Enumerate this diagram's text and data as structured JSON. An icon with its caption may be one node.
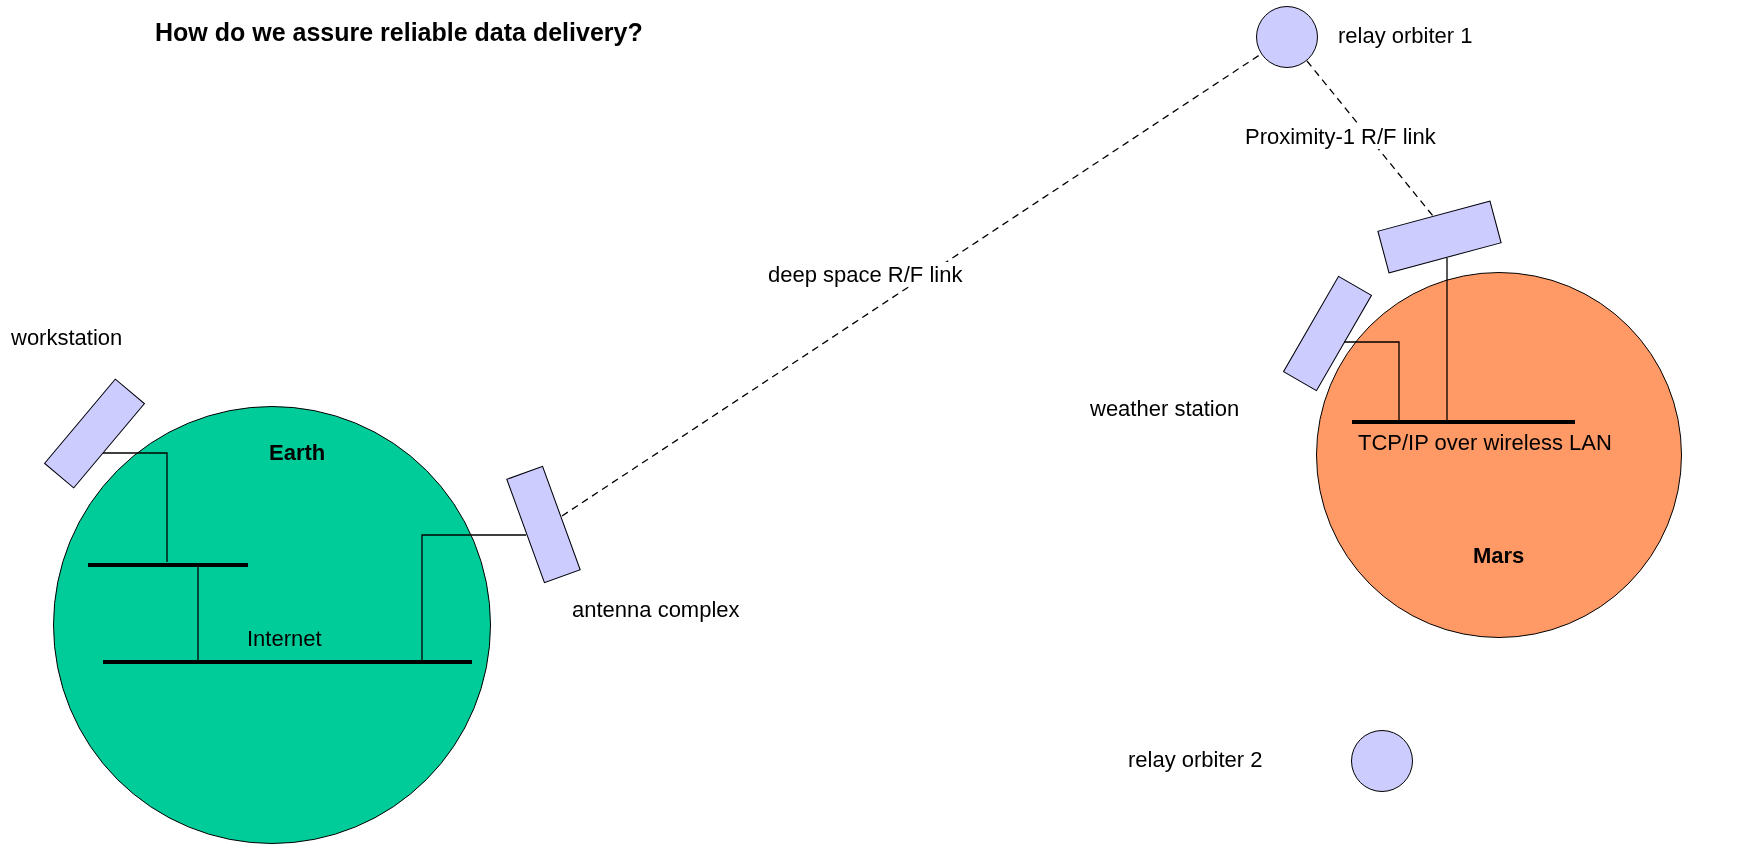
{
  "diagram": {
    "title": "How do we assure reliable data delivery?",
    "nodes": [
      {
        "text": [
          "relay orbiter 1"
        ]
      },
      {
        "text": [
          "workstation"
        ]
      },
      {
        "text": [
          "Earth"
        ]
      },
      {
        "text": [],
        "shape": "bar",
        "in": 2
      },
      {
        "text": [
          "Internet"
        ],
        "in": 2
      },
      {
        "text": [
          "antenna complex"
        ]
      },
      {
        "text": [],
        "shape": "box"
      },
      {
        "text": [
          "weather station"
        ]
      },
      {
        "text": [
          "Mars"
        ]
      },
      {
        "text": [
          "TCP/IP over wireless LAN"
        ],
        "in": 8
      },
      {
        "text": [
          "relay orbiter 2"
        ]
      }
    ],
    "edges": [
      {
        "from": 5,
        "to": 0,
        "arrow": "none",
        "label": "deep space R/F link",
        "style": "dashed"
      },
      {
        "from": 0,
        "to": 6,
        "arrow": "none",
        "label": "Proximity-1 R/F link",
        "style": "dashed"
      },
      {
        "from": 1,
        "to": 3,
        "arrow": "none"
      },
      {
        "from": 3,
        "to": 4,
        "arrow": "none"
      },
      {
        "from": 5,
        "to": 4,
        "arrow": "none"
      },
      {
        "from": 6,
        "to": 9,
        "arrow": "none"
      },
      {
        "from": 7,
        "to": 9,
        "arrow": "none"
      }
    ]
  }
}
